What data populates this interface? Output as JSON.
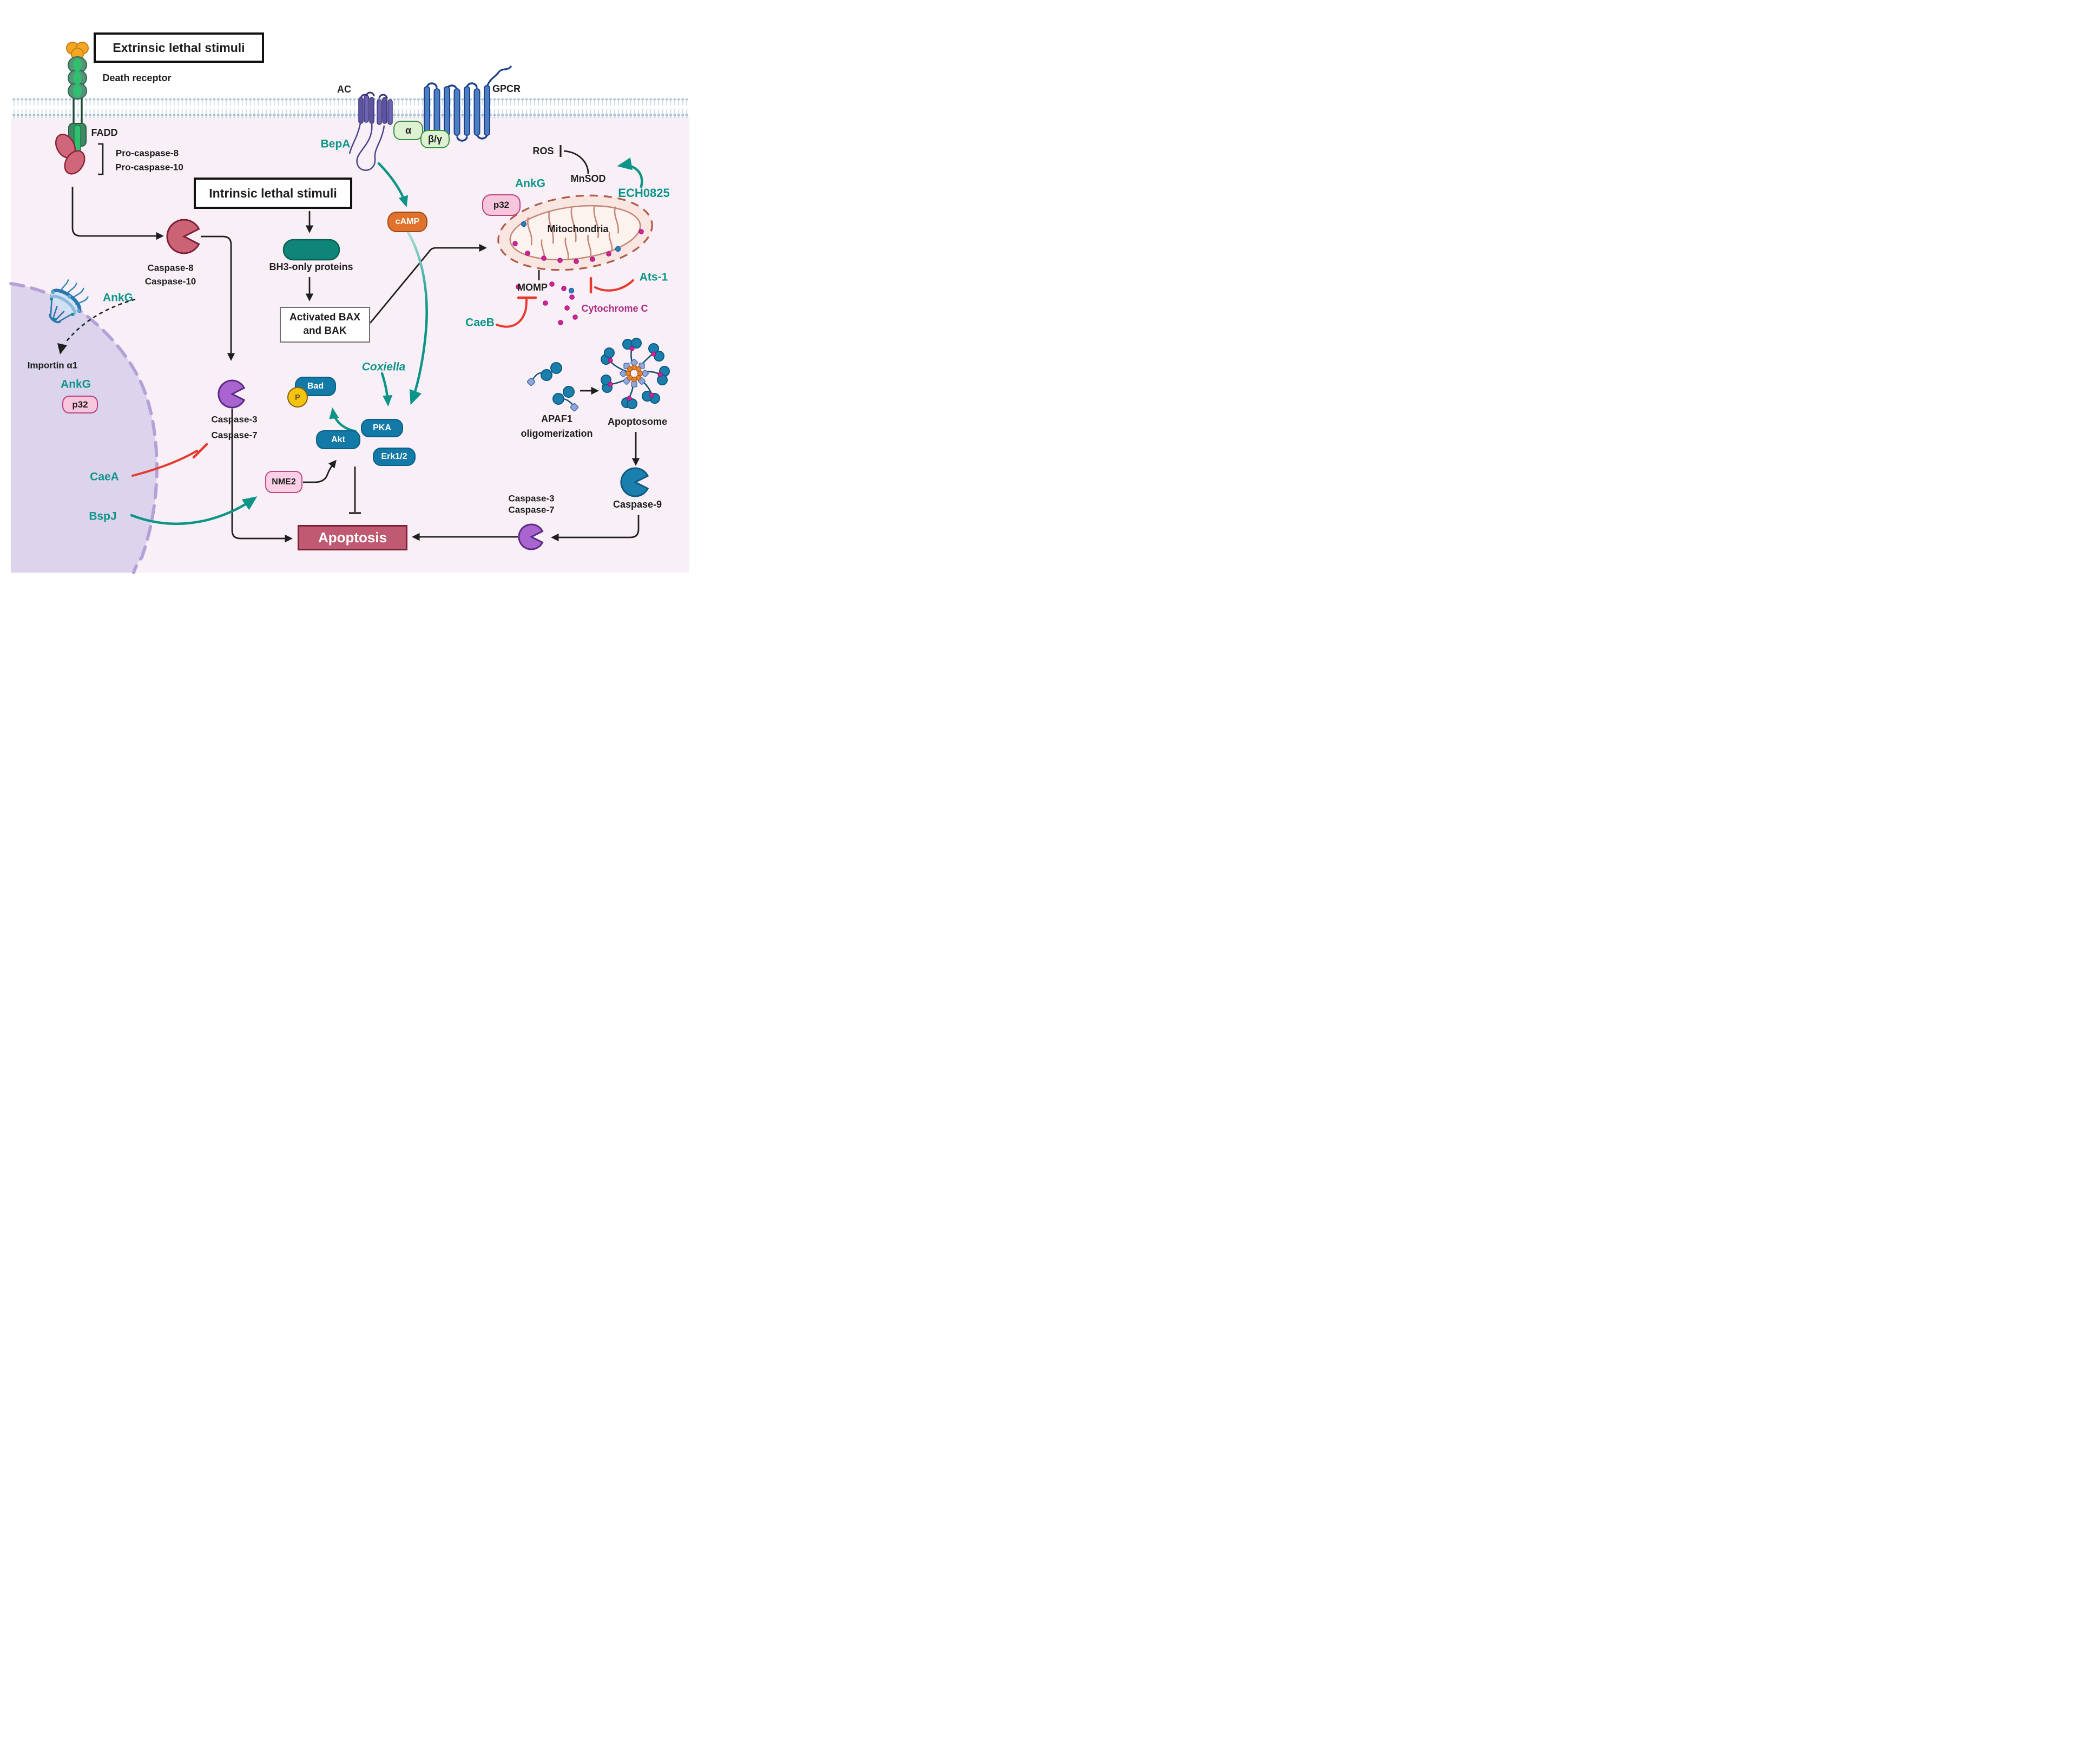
{
  "palette": {
    "teal_effector": "#0d9488",
    "red_inhibition": "#e8392e",
    "black_line": "#1e1e1e",
    "cytoplasm": "#f8f0f6",
    "nucleus_fill": "#dbd4ec",
    "nucleus_border": "#b5a0d8",
    "membrane_head": "#a7bdd4",
    "mito_fill": "#f9e6e1",
    "mito_border": "#b05a4a",
    "caspase8_fill": "#cc6375",
    "caspase37_fill": "#a964cf",
    "caspase9_fill": "#1b7fad",
    "kinase_pill": "#1379a7",
    "camp_fill": "#e0722e",
    "cytochrome_dot": "#d6219c",
    "apoptosis_fill": "#c05a72"
  },
  "boxes": {
    "extrinsic": "Extrinsic lethal stimuli",
    "intrinsic": "Intrinsic lethal stimuli",
    "bax_line1": "Activated BAX",
    "bax_line2": "and BAK",
    "apoptosis": "Apoptosis"
  },
  "labels": {
    "death_receptor": "Death receptor",
    "fadd": "FADD",
    "pro_caspase_8": "Pro-caspase-8",
    "pro_caspase_10": "Pro-caspase-10",
    "caspase_8": "Caspase-8",
    "caspase_10": "Caspase-10",
    "bh3_only": "BH3-only proteins",
    "ac": "AC",
    "gpcr": "GPCR",
    "bepa": "BepA",
    "ros": "ROS",
    "mnsod": "MnSOD",
    "ech0825": "ECH0825",
    "ankg_mito": "AnkG",
    "mitochondria": "Mitochondria",
    "momp": "MOMP",
    "ats1": "Ats-1",
    "cytochrome_c": "Cytochrome C",
    "caeb": "CaeB",
    "ankg_pore": "AnkG",
    "importin_a1": "Importin α1",
    "ankg_nucleus": "AnkG",
    "caea": "CaeA",
    "bspj": "BspJ",
    "caspase_3_mid": "Caspase-3",
    "caspase_7_mid": "Caspase-7",
    "coxiella": "Coxiella",
    "apaf1_line1": "APAF1",
    "apaf1_line2": "oligomerization",
    "apoptosome": "Apoptosome",
    "caspase_9": "Caspase-9",
    "caspase_3_br": "Caspase-3",
    "caspase_7_br": "Caspase-7"
  },
  "pills": {
    "camp": "cAMP",
    "p32_mito": "p32",
    "p32_nucleus": "p32",
    "nme2": "NME2",
    "bad": "Bad",
    "p": "P",
    "akt": "Akt",
    "pka": "PKA",
    "erk": "Erk1/2",
    "alpha": "α",
    "beta_gamma": "β/γ"
  }
}
